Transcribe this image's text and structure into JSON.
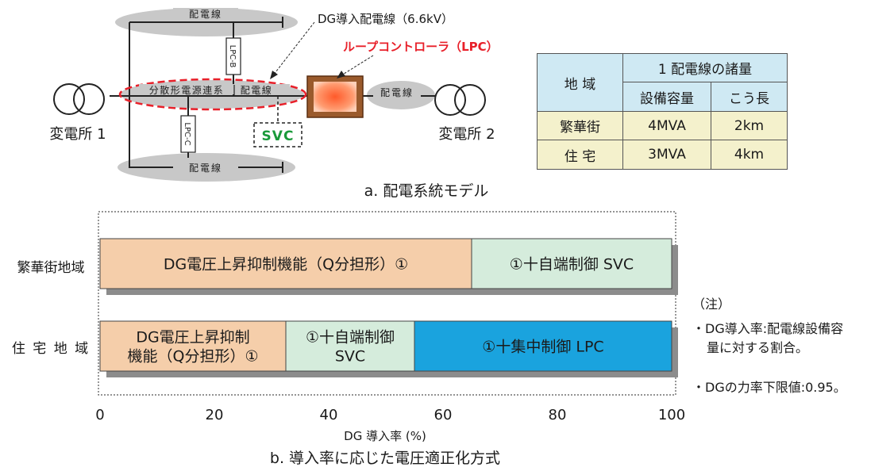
{
  "diagram_a": {
    "caption": "a. 配電系統モデル",
    "substation_1": "変電所 1",
    "substation_2": "変電所 2",
    "feeder_top": "配電線",
    "feeder_bottom": "配電線",
    "feeder_right": "配電線",
    "dg_feeder_label": "分散形電源連系",
    "dg_feeder_suffix": "配電線",
    "dg_callout": "DG導入配電線（6.6kV）",
    "lpc_callout": "ループコントローラ（LPC）",
    "lpc_b": "LPC-B",
    "lpc_c": "LPC-C",
    "svc": "SVC",
    "colors": {
      "feeder_fill": "#c8c8c8",
      "lpc_edge": "#8a4a1e",
      "lpc_core": "#ff6b3d",
      "callout_red": "#e8202a",
      "svc_green": "#1a9a3a"
    }
  },
  "table": {
    "col_region": "地 域",
    "group_header": "1 配電線の諸量",
    "col_capacity": "設備容量",
    "col_length": "こう長",
    "rows": [
      {
        "region": "繁華街",
        "capacity": "4MVA",
        "length": "2km"
      },
      {
        "region": "住 宅",
        "capacity": "3MVA",
        "length": "4km"
      }
    ]
  },
  "chart_b": {
    "caption": "b. 導入率に応じた電圧適正化方式",
    "xlabel": "DG 導入率 (%)",
    "ticks": [
      "0",
      "20",
      "40",
      "60",
      "80",
      "100"
    ],
    "colors": {
      "tan": "#f5ceaa",
      "mint": "#d5ecdc",
      "blue": "#1aa3de",
      "shadow": "#8c8c8c"
    }
  },
  "chart_data": {
    "type": "bar",
    "orientation": "horizontal-stacked",
    "xlim": [
      0,
      100
    ],
    "categories": [
      "繁華街地域",
      "住 宅 地 域"
    ],
    "segments": [
      [
        {
          "start": 0,
          "end": 65,
          "lines": [
            "DG電圧上昇抑制機能（Q分担形）①"
          ],
          "color": "tan"
        },
        {
          "start": 65,
          "end": 100,
          "lines": [
            "①十自端制御 SVC"
          ],
          "color": "mint"
        }
      ],
      [
        {
          "start": 0,
          "end": 32.5,
          "lines": [
            "DG電圧上昇抑制",
            "機能（Q分担形）①"
          ],
          "color": "tan"
        },
        {
          "start": 32.5,
          "end": 55,
          "lines": [
            "①十自端制御",
            "SVC"
          ],
          "color": "mint"
        },
        {
          "start": 55,
          "end": 100,
          "lines": [
            "①十集中制御 LPC"
          ],
          "color": "blue"
        }
      ]
    ]
  },
  "notes": {
    "header": "（注）",
    "n1_line1": "・DG導入率:配電線設備容",
    "n1_line2": "量に対する割合。",
    "n2": "・DGの力率下限値:0.95。"
  }
}
